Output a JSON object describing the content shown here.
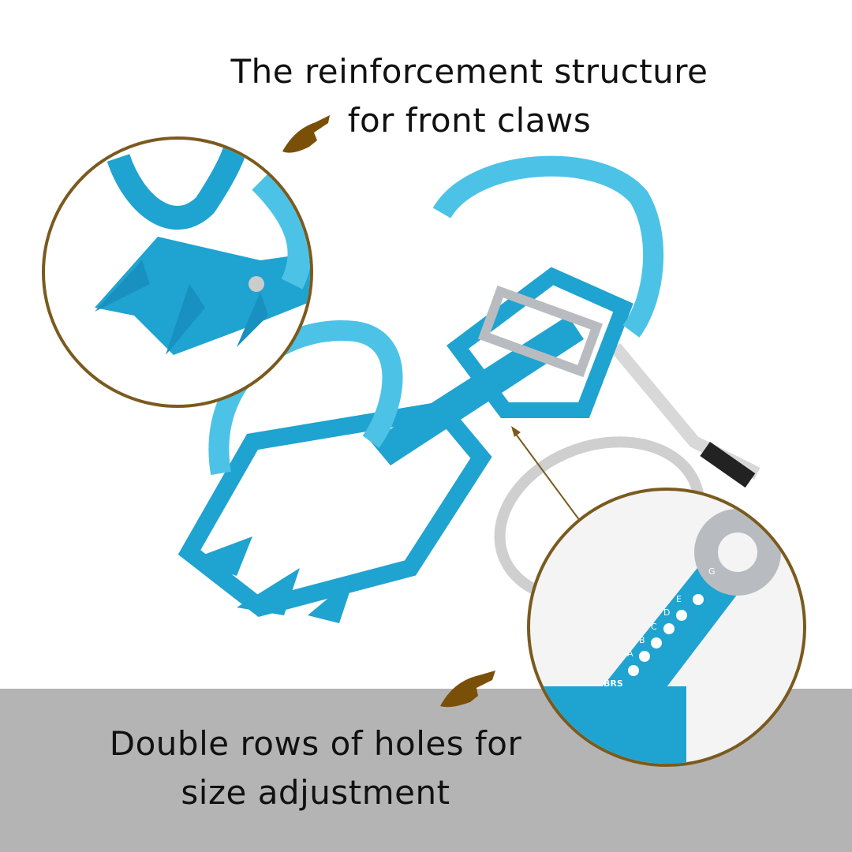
{
  "captions": {
    "top_line1": "The reinforcement structure",
    "top_line2": "for front claws",
    "bottom_line1": "Double rows of holes for",
    "bottom_line2": "size adjustment"
  },
  "detail_labels": {
    "hole_letters": [
      "A",
      "B",
      "C",
      "D",
      "E",
      "G"
    ],
    "logo": "BRS"
  },
  "colors": {
    "crampon": "#1fa3d0",
    "crampon_light": "#4cc3e6",
    "circle_border": "#7a5a1e",
    "hand_icon": "#7a5008",
    "band": "#b4b4b4"
  },
  "icons": [
    "pointing-hand-icon",
    "pointing-hand-icon"
  ]
}
